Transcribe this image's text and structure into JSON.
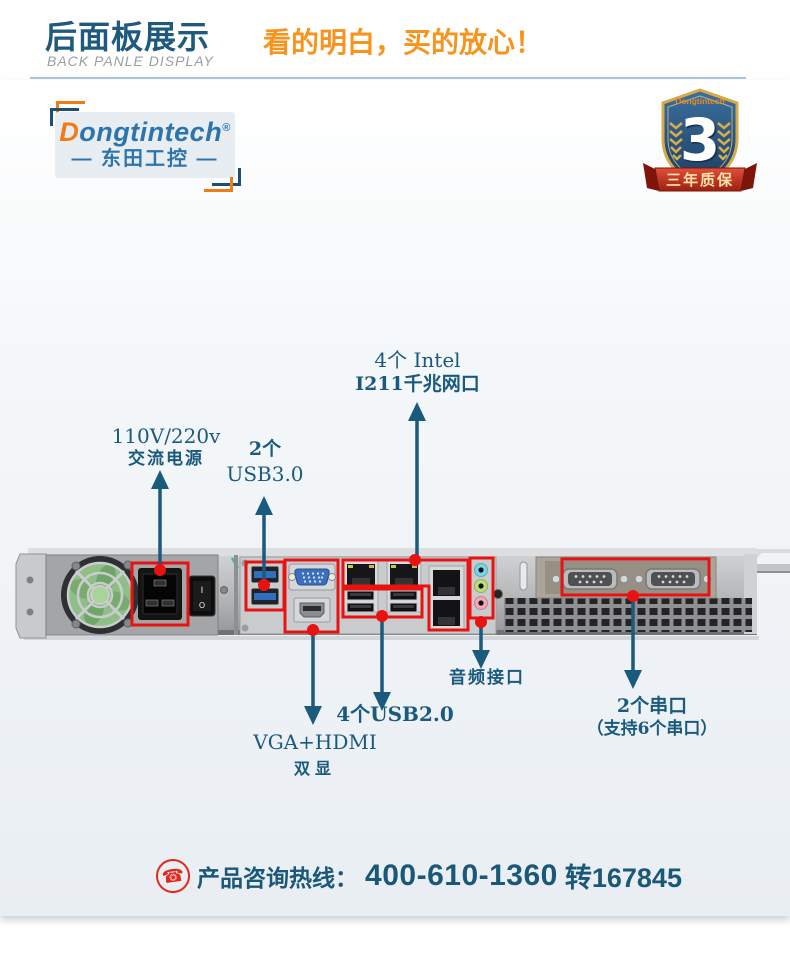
{
  "header": {
    "title": "后面板展示",
    "subtitle": "BACK PANLE DISPLAY",
    "tagline": "看的明白，买的放心！"
  },
  "logo": {
    "brand_initial": "D",
    "brand_rest": "ongtintech",
    "registered": "®",
    "cn_name": "— 东田工控 —"
  },
  "badge": {
    "brand": "Dongtintech",
    "number": "3",
    "ribbon": "三年质保"
  },
  "annotations": {
    "power": {
      "line1": "110V/220v",
      "line2": "交流电源"
    },
    "usb3": {
      "line1": "2个",
      "line2": "USB3.0"
    },
    "lan": {
      "line1": "4个 Intel",
      "line2": "I211千兆网口"
    },
    "audio": {
      "label": "音频接口"
    },
    "usb2": {
      "label": "4个USB2.0"
    },
    "display": {
      "line1": "VGA+HDMI",
      "line2": "双显"
    },
    "serial": {
      "line1": "2个串口",
      "line2": "（支持6个串口）"
    }
  },
  "footer": {
    "phone_icon": "phone-icon",
    "hotline_label": "产品咨询热线：",
    "phone": "400-610-1360",
    "extension": "转167845"
  },
  "colors": {
    "accent_blue": "#1a5a7d",
    "title_blue": "#1d5a7d",
    "orange": "#f7941d",
    "logo_blue": "#2d74ac",
    "highlight_red": "#e81212",
    "ribbon_red": "#a02113",
    "badge_gold": "#d6aa4a"
  }
}
